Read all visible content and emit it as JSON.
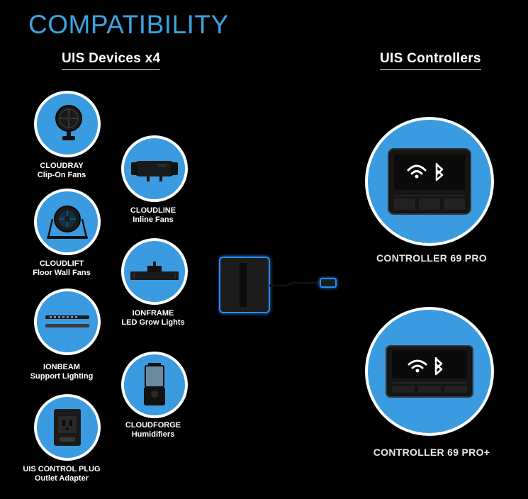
{
  "title": "COMPATIBILITY",
  "headings": {
    "devices": "UIS Devices x4",
    "controllers": "UIS Controllers"
  },
  "devices": [
    {
      "line1": "CLOUDRAY",
      "line2": "Clip-On Fans",
      "icon": "clip-fan-icon"
    },
    {
      "line1": "CLOUDLINE",
      "line2": "Inline Fans",
      "icon": "inline-fan-icon"
    },
    {
      "line1": "CLOUDLIFT",
      "line2": "Floor Wall Fans",
      "icon": "floor-fan-icon"
    },
    {
      "line1": "IONFRAME",
      "line2": "LED Grow Lights",
      "icon": "led-light-icon"
    },
    {
      "line1": "IONBEAM",
      "line2": "Support Lighting",
      "icon": "light-bar-icon"
    },
    {
      "line1": "CLOUDFORGE",
      "line2": "Humidifiers",
      "icon": "humidifier-icon"
    },
    {
      "line1": "UIS CONTROL PLUG",
      "line2": "Outlet Adapter",
      "icon": "outlet-adapter-icon"
    }
  ],
  "adapter": {
    "icon": "usb-c-adapter-icon"
  },
  "controllers": [
    {
      "label": "CONTROLLER 69 PRO",
      "icon": "controller-icon"
    },
    {
      "label": "CONTROLLER 69 PRO+",
      "icon": "controller-icon"
    }
  ],
  "colors": {
    "accent": "#3aa3e0",
    "circle_fill": "#3a9be0",
    "background": "#000000",
    "glow": "#2a8cff"
  }
}
